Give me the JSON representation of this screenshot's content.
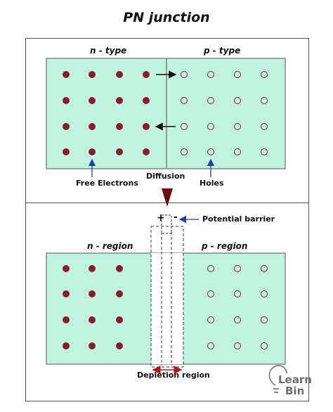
{
  "title": "PN junction",
  "top_panel": {
    "n_label": "n - type",
    "p_label": "p - type",
    "free_electrons_label": "Free Electrons",
    "holes_label": "Holes",
    "diffusion_label": "Diffusion"
  },
  "bottom_panel": {
    "plus_sign": "+",
    "minus_sign": "-",
    "potential_barrier_label": "Potential barrier",
    "n_label": "n - region",
    "p_label": "p - region",
    "depletion_label": "Depletion region"
  },
  "logo": {
    "line1": "Learn",
    "line2": "Bin"
  },
  "colors": {
    "fill": "#bff3e0",
    "electron": "#8b1a2b",
    "hole_stroke": "#8b1a2b",
    "arrow_blue": "#1f3fa8",
    "arrow_dark": "#6b1010"
  }
}
